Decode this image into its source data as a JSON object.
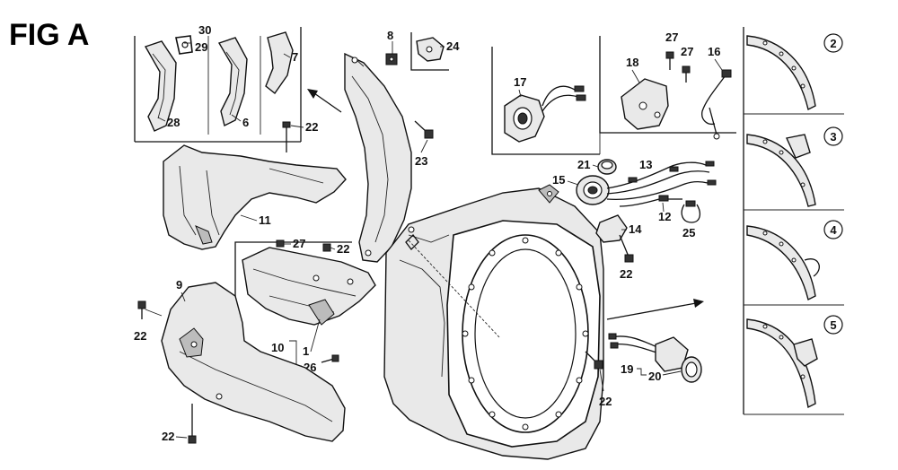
{
  "figure": {
    "title": "FIG A"
  },
  "callouts": {
    "c1": "1",
    "c2": "2",
    "c3": "3",
    "c4": "4",
    "c5": "5",
    "c6": "6",
    "c7": "7",
    "c8": "8",
    "c9": "9",
    "c10": "10",
    "c11": "11",
    "c12": "12",
    "c13": "13",
    "c14": "14",
    "c15": "15",
    "c16": "16",
    "c17": "17",
    "c18": "18",
    "c19": "19",
    "c20": "20",
    "c21": "21",
    "c22": "22",
    "c23": "23",
    "c24": "24",
    "c25": "25",
    "c26": "26",
    "c27": "27",
    "c28": "28",
    "c29": "29",
    "c30": "30"
  },
  "inset_markers": [
    "2",
    "3",
    "4",
    "5"
  ]
}
